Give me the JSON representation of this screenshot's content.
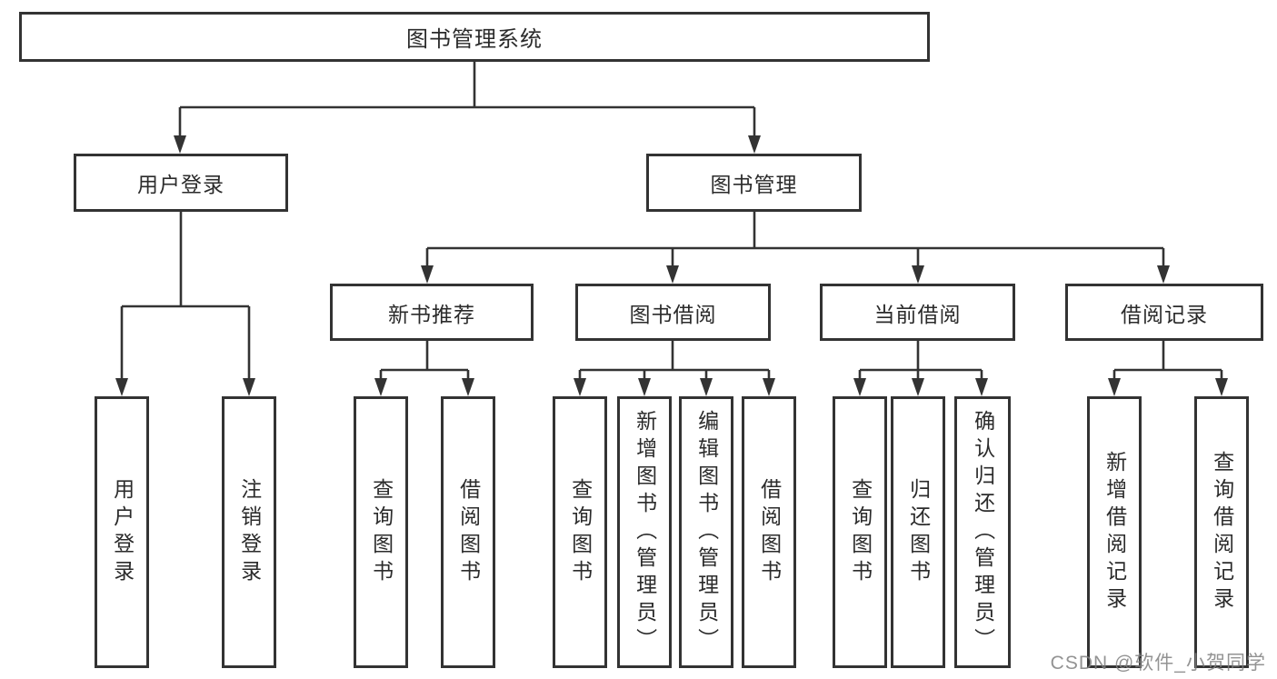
{
  "diagram": {
    "title": "图书管理系统",
    "nodes": {
      "root": "图书管理系统",
      "user_login": "用户登录",
      "book_mgmt": "图书管理",
      "new_books": "新书推荐",
      "book_borrow": "图书借阅",
      "current_borrow": "当前借阅",
      "borrow_records": "借阅记录",
      "user_login_children": [
        "用户登录",
        "注销登录"
      ],
      "new_books_children": [
        "查询图书",
        "借阅图书"
      ],
      "book_borrow_children": [
        "查询图书",
        "新增图书（管理员）",
        "编辑图书（管理员）",
        "借阅图书"
      ],
      "current_borrow_children": [
        "查询图书",
        "归还图书",
        "确认归还（管理员）"
      ],
      "borrow_records_children": [
        "新增借阅记录",
        "查询借阅记录"
      ]
    },
    "colors": {
      "line": "#333333",
      "box_border": "#333333",
      "box_fill": "#ffffff",
      "text": "#2b2b2b",
      "watermark_gray": "#808080",
      "background": "#ffffff"
    }
  },
  "watermark": {
    "text": "CSDN @软件_小贺同学"
  }
}
